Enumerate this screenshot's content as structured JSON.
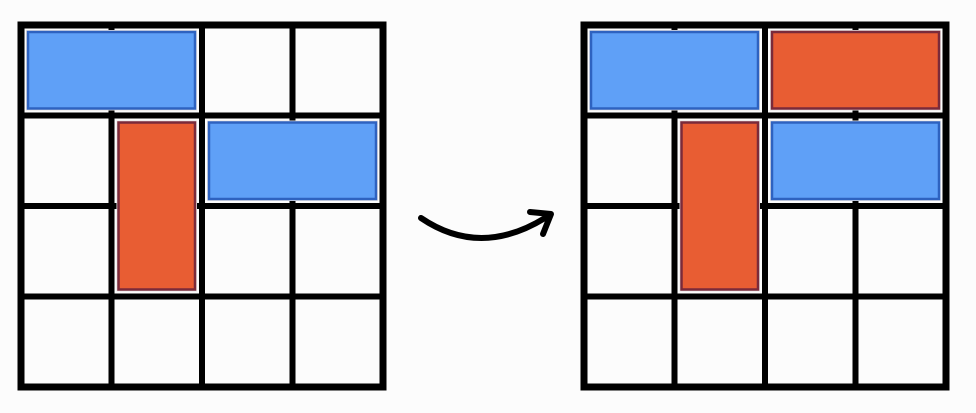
{
  "colors": {
    "blue": "#5fa0f7",
    "blue_border": "#2e62c0",
    "red": "#e85d33",
    "red_border": "#7a2a3a",
    "grid": "#000000",
    "background": "#fcfcfc"
  },
  "boards": [
    {
      "name": "before",
      "rows": 4,
      "cols": 4,
      "pieces": [
        {
          "color": "blue",
          "row": 0,
          "col": 0,
          "length": 2,
          "orientation": "horizontal"
        },
        {
          "color": "red",
          "row": 1,
          "col": 1,
          "length": 2,
          "orientation": "vertical"
        },
        {
          "color": "blue",
          "row": 1,
          "col": 2,
          "length": 2,
          "orientation": "horizontal"
        }
      ]
    },
    {
      "name": "after",
      "rows": 4,
      "cols": 4,
      "pieces": [
        {
          "color": "blue",
          "row": 0,
          "col": 0,
          "length": 2,
          "orientation": "horizontal"
        },
        {
          "color": "red",
          "row": 0,
          "col": 2,
          "length": 2,
          "orientation": "horizontal"
        },
        {
          "color": "red",
          "row": 1,
          "col": 1,
          "length": 2,
          "orientation": "vertical"
        },
        {
          "color": "blue",
          "row": 1,
          "col": 2,
          "length": 2,
          "orientation": "horizontal"
        }
      ]
    }
  ],
  "arrow": {
    "icon": "curved-arrow-right-icon"
  }
}
